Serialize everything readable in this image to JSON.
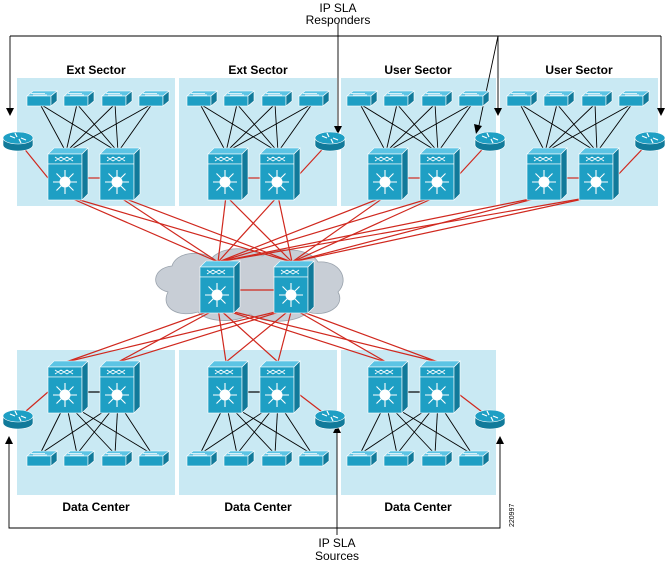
{
  "responders_callout": {
    "line1": "IP SLA",
    "line2": "Responders"
  },
  "sources_callout": {
    "line1": "IP SLA",
    "line2": "Sources"
  },
  "figure_id": "220997",
  "top_sectors": [
    {
      "label": "Ext Sector"
    },
    {
      "label": "Ext Sector"
    },
    {
      "label": "User Sector"
    },
    {
      "label": "User Sector"
    }
  ],
  "bottom_sectors": [
    {
      "label": "Data Center"
    },
    {
      "label": "Data Center"
    },
    {
      "label": "Data Center"
    }
  ],
  "colors": {
    "panel": "#c9e9f3",
    "device": "#1e9fc4",
    "device_dark": "#117a9a",
    "link": "#d0281e",
    "access_link": "#000000",
    "cloud": "#c8ced6"
  },
  "icons": {
    "access_switch": "workgroup-switch-icon",
    "distribution_switch": "multilayer-switch-icon",
    "router": "router-icon",
    "core_cloud": "cloud-icon"
  }
}
